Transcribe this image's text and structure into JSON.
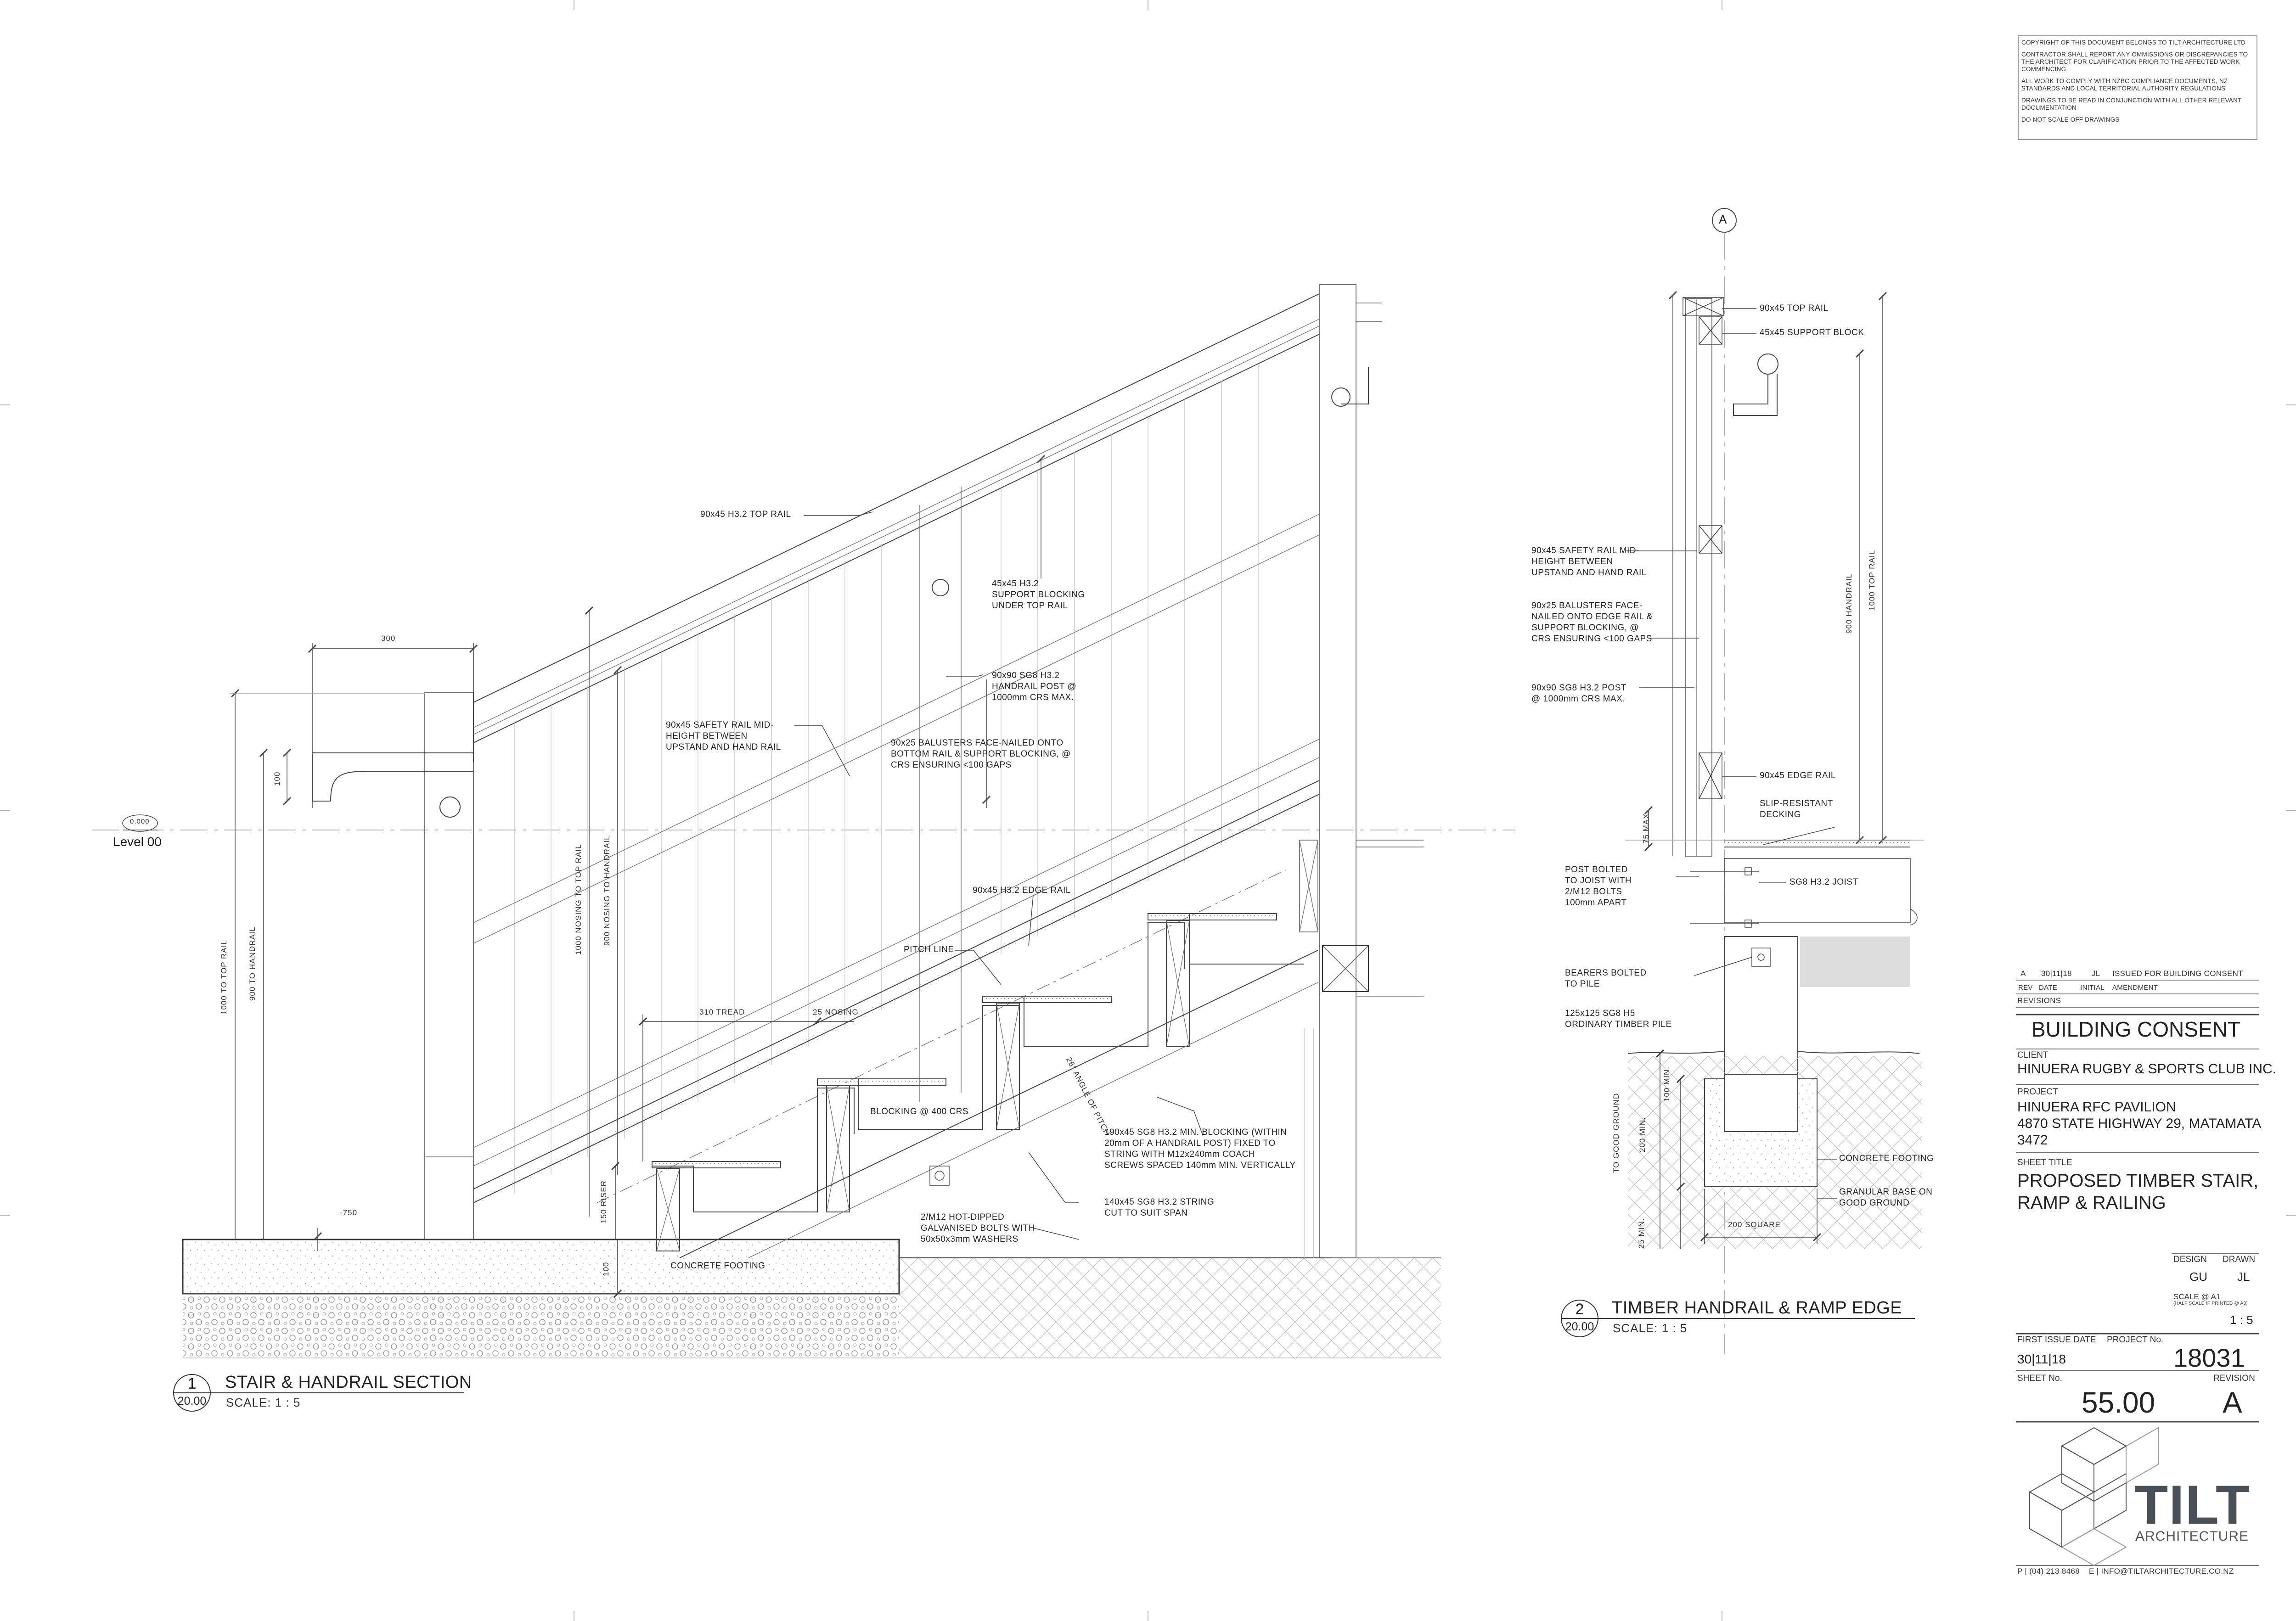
{
  "copyright_notes": [
    "COPYRIGHT OF THIS DOCUMENT BELONGS TO TILT ARCHITECTURE LTD",
    "CONTRACTOR SHALL REPORT ANY OMMISSIONS OR DISCREPANCIES TO THE ARCHITECT FOR CLARIFICATION PRIOR TO THE AFFECTED WORK COMMENCING",
    "ALL WORK TO COMPLY WITH NZBC COMPLIANCE DOCUMENTS, NZ STANDARDS AND LOCAL TERRITORIAL AUTHORITY REGULATIONS",
    "DRAWINGS TO BE READ IN CONJUNCTION WITH ALL OTHER RELEVANT DOCUMENTATION",
    "DO NOT SCALE OFF DRAWINGS"
  ],
  "level": {
    "value": "0.000",
    "name": "Level 00"
  },
  "view1": {
    "number": "1",
    "sheet": "20.00",
    "title": "STAIR & HANDRAIL SECTION",
    "scale": "SCALE:  1 : 5",
    "notes": {
      "top_rail": "90x45 H3.2 TOP RAIL",
      "support_blocking": "45x45 H3.2\nSUPPORT BLOCKING\nUNDER TOP RAIL",
      "handrail_post": "90x90 SG8 H3.2\nHANDRAIL POST @\n1000mm CRS MAX.",
      "safety_rail": "90x45 SAFETY RAIL MID-\nHEIGHT BETWEEN\nUPSTAND AND HAND RAIL",
      "balusters": "90x25 BALUSTERS FACE-NAILED ONTO\nBOTTOM RAIL & SUPPORT BLOCKING, @\nCRS ENSURING <100 GAPS",
      "edge_rail": "90x45 H3.2 EDGE RAIL",
      "pitch_line": "PITCH LINE",
      "blocking": "BLOCKING @ 400 CRS",
      "blocking_190": "190x45 SG8 H3.2 MIN. BLOCKING (WITHIN\n20mm OF A HANDRAIL POST) FIXED TO\nSTRING WITH M12x240mm COACH\nSCREWS SPACED 140mm MIN. VERTICALLY",
      "string": "140x45 SG8 H3.2 STRING\nCUT TO SUIT SPAN",
      "bolts": "2/M12 HOT-DIPPED\nGALVANISED BOLTS WITH\n50x50x3mm WASHERS",
      "footing": "CONCRETE FOOTING"
    },
    "dims": {
      "d300": "300",
      "d100": "100",
      "top_rail_1000": "1000 TO TOP RAIL",
      "handrail_900": "900 TO HANDRAIL",
      "nosing_top_rail": "1000 NOSING TO TOP RAIL",
      "nosing_handrail": "900 NOSING TO HANDRAIL",
      "tread": "310 TREAD",
      "nosing": "25 NOSING",
      "angle": "26° ANGLE OF PITCH",
      "riser": "150 RISER",
      "footing_depth": "100",
      "level_750": "-750"
    }
  },
  "view2": {
    "number": "2",
    "sheet": "20.00",
    "title": "TIMBER HANDRAIL & RAMP EDGE",
    "scale": "SCALE:  1 : 5",
    "grid_marker": "A",
    "notes": {
      "top_rail": "90x45 TOP RAIL",
      "support_block": "45x45 SUPPORT BLOCK",
      "safety_rail": "90x45 SAFETY RAIL MID-\nHEIGHT BETWEEN\nUPSTAND AND HAND RAIL",
      "balusters": "90x25 BALUSTERS FACE-\nNAILED ONTO EDGE RAIL &\nSUPPORT BLOCKING, @\nCRS ENSURING <100 GAPS",
      "post": "90x90 SG8 H3.2 POST\n@ 1000mm CRS MAX.",
      "edge_rail": "90x45 EDGE RAIL",
      "decking": "SLIP-RESISTANT\nDECKING",
      "post_bolted": "POST BOLTED\nTO JOIST WITH\n2/M12 BOLTS\n100mm APART",
      "joist": "SG8 H3.2 JOIST",
      "bearers": "BEARERS BOLTED\nTO PILE",
      "pile": "125x125 SG8 H5\nORDINARY TIMBER PILE",
      "footing": "CONCRETE FOOTING",
      "granular": "GRANULAR BASE ON\nGOOD GROUND"
    },
    "dims": {
      "max75": "75 MAX.",
      "handrail_900": "900 HANDRAIL",
      "top_rail_1000": "1000 TOP RAIL",
      "good_ground": "TO GOOD GROUND",
      "min200": "200 MIN.",
      "d100": "100 MIN.",
      "min25": "25 MIN.",
      "square": "200 SQUARE"
    }
  },
  "title_block": {
    "revision_row": {
      "rev": "A",
      "date": "30|11|18",
      "initial": "JL",
      "amendment": "ISSUED FOR BUILDING CONSENT"
    },
    "revision_headers": {
      "rev": "REV",
      "date": "DATE",
      "initial": "INITIAL",
      "amendment": "AMENDMENT"
    },
    "revisions_label": "REVISIONS",
    "status": "BUILDING CONSENT",
    "client_label": "CLIENT",
    "client": "HINUERA RUGBY & SPORTS CLUB INC.",
    "project_label": "PROJECT",
    "project": "HINUERA RFC PAVILION\n4870 STATE HIGHWAY 29, MATAMATA\n3472",
    "sheet_title_label": "SHEET TITLE",
    "sheet_title": "PROPOSED TIMBER STAIR,\nRAMP & RAILING",
    "design_label": "DESIGN",
    "drawn_label": "DRAWN",
    "design": "GU",
    "drawn": "JL",
    "scale_label": "SCALE @ A1",
    "scale_note": "(HALF SCALE IF PRINTED @ A3)",
    "scale": "1 : 5",
    "first_issue_label": "FIRST ISSUE DATE",
    "first_issue": "30|11|18",
    "project_no_label": "PROJECT No.",
    "project_no": "18031",
    "sheet_no_label": "SHEET No.",
    "sheet_no": "55.00",
    "revision_label": "REVISION",
    "revision": "A",
    "logo_text": "TILT",
    "logo_sub": "ARCHITECTURE",
    "contact": "P | (04) 213 8468    E | INFO@TILTARCHITECTURE.CO.NZ"
  }
}
